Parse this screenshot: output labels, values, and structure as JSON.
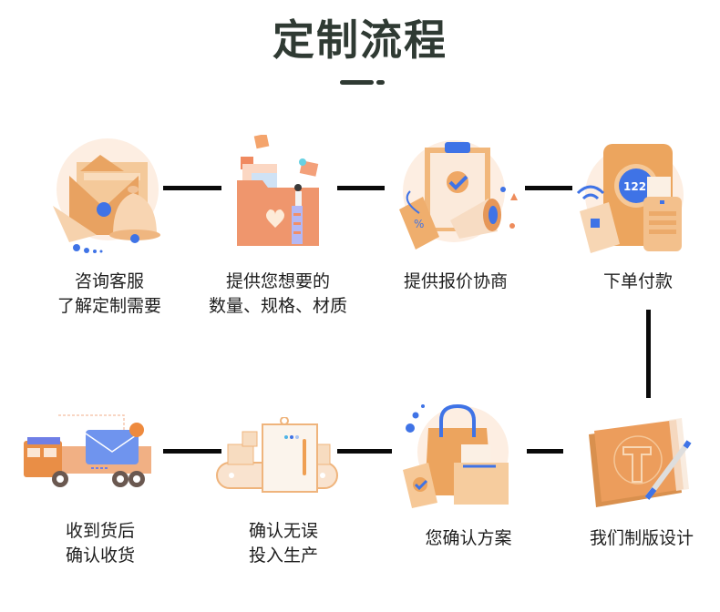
{
  "title": "定制流程",
  "colors": {
    "title": "#2f3a33",
    "connector": "#0a0a0a",
    "icon_orange": "#ec9a52",
    "icon_light": "#fbe3cc",
    "icon_blue": "#3f73e6"
  },
  "steps": [
    {
      "id": 1,
      "icon": "envelope-bell-icon",
      "lines": [
        "咨询客服",
        "了解定制需要"
      ]
    },
    {
      "id": 2,
      "icon": "folder-documents-icon",
      "lines": [
        "提供您想要的",
        "数量、规格、材质"
      ]
    },
    {
      "id": 3,
      "icon": "clipboard-megaphone-icon",
      "lines": [
        "提供报价协商"
      ]
    },
    {
      "id": 4,
      "icon": "payment-terminal-icon",
      "lines": [
        "下单付款"
      ]
    },
    {
      "id": 5,
      "icon": "blueprint-design-icon",
      "lines": [
        "我们制版设计"
      ]
    },
    {
      "id": 6,
      "icon": "shopping-bag-confirm-icon",
      "lines": [
        "您确认方案"
      ]
    },
    {
      "id": 7,
      "icon": "production-line-icon",
      "lines": [
        "确认无误",
        "投入生产"
      ]
    },
    {
      "id": 8,
      "icon": "delivery-truck-icon",
      "lines": [
        "收到货后",
        "确认收货"
      ]
    }
  ]
}
